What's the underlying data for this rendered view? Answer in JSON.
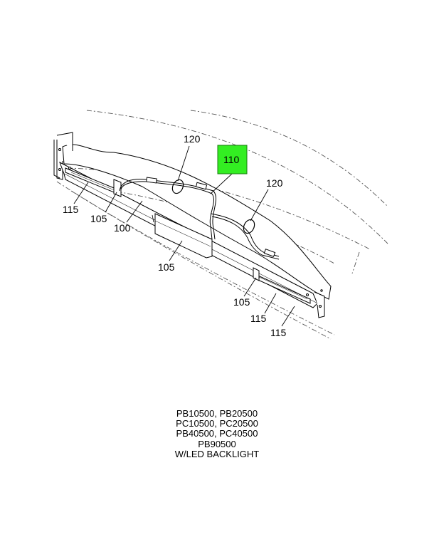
{
  "diagram": {
    "callouts": {
      "c120a": "120",
      "c110": "110",
      "c120b": "120",
      "c115a": "115",
      "c105a": "105",
      "c100": "100",
      "c105b": "105",
      "c105c": "105",
      "c115b": "115",
      "c115c": "115"
    },
    "highlight_color": "#33ee22"
  },
  "caption": {
    "lines": [
      "PB10500, PB20500",
      "PC10500, PC20500",
      "PB40500, PC40500",
      "PB90500",
      "W/LED BACKLIGHT"
    ]
  }
}
